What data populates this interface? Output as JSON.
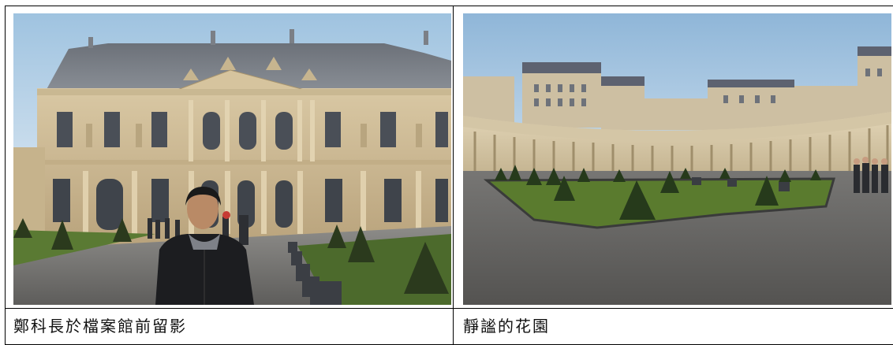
{
  "photos": [
    {
      "caption": "鄭科長於檔案館前留影",
      "scene": "archives-building-facade-with-person"
    },
    {
      "caption": "靜謐的花園",
      "scene": "courtyard-garden-with-colonnade"
    }
  ]
}
